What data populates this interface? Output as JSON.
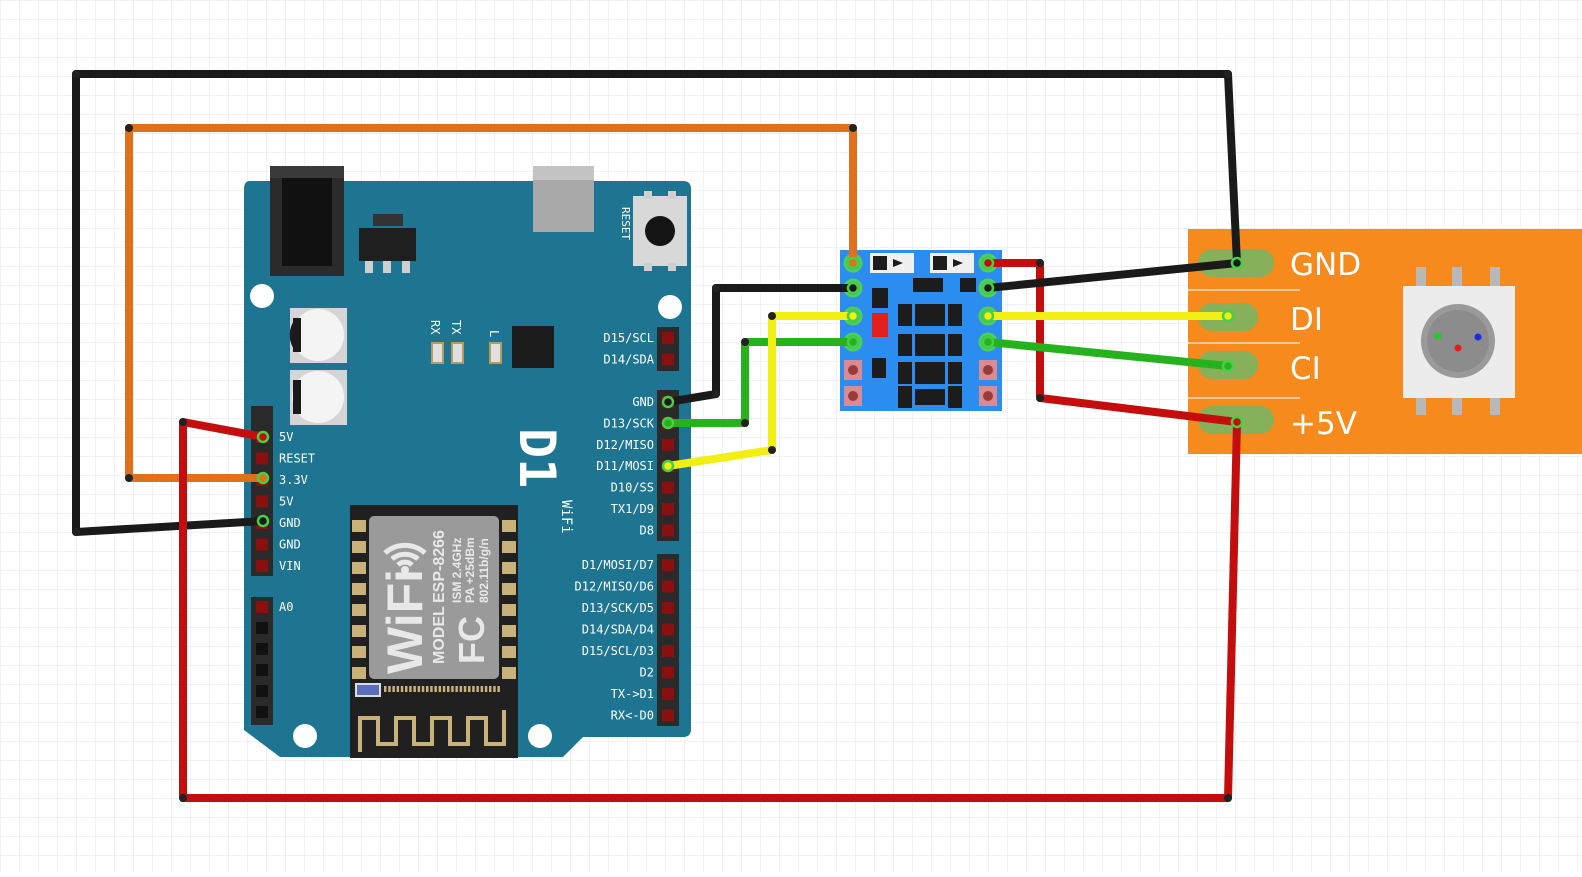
{
  "board": {
    "brand": "D1",
    "sub": "WiFi",
    "reset_label": "RESET",
    "led_labels": [
      "RX",
      "TX",
      "L"
    ],
    "left_pins": [
      "5V",
      "RESET",
      "3.3V",
      "5V",
      "GND",
      "GND",
      "VIN"
    ],
    "analog_pins": [
      "A0"
    ],
    "right_pins_top": [
      "D15/SCL",
      "D14/SDA"
    ],
    "right_pins_mid": [
      "GND",
      "D13/SCK",
      "D12/MISO",
      "D11/MOSI",
      "D10/SS",
      "TX1/D9",
      "D8"
    ],
    "right_pins_bottom": [
      "D1/MOSI/D7",
      "D12/MISO/D6",
      "D13/SCK/D5",
      "D14/SDA/D4",
      "D15/SCL/D3",
      "D2",
      "TX->D1",
      "RX<-D0"
    ]
  },
  "module": {
    "wifi_label": "WiFi",
    "model": "MODEL",
    "fc": "FC",
    "chip": "ESP-8266",
    "ism": "ISM 2.4GHz",
    "pa": "PA +25dBm",
    "std": "802.11b/g/n"
  },
  "strip": {
    "labels": [
      "GND",
      "DI",
      "CI",
      "+5V"
    ]
  },
  "colors": {
    "grid": "#e6e6e6",
    "board": "#1d7592",
    "shifter": "#2c8df0",
    "strip": "#f78a1d",
    "wire_black": "#1a1a1a",
    "wire_red": "#c40e0e",
    "wire_orange": "#e0711a",
    "wire_yellow": "#f2ef14",
    "wire_green": "#25b21c"
  }
}
